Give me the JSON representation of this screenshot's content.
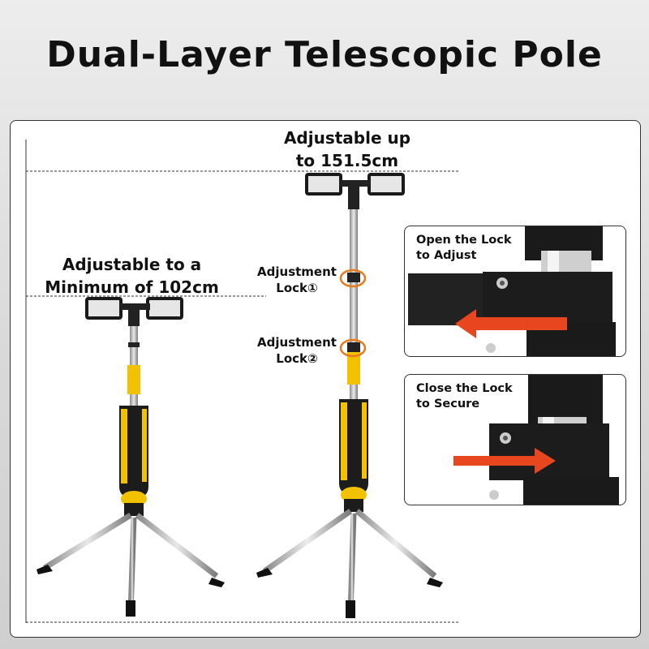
{
  "title": "Dual-Layer Telescopic Pole",
  "max_height": {
    "line1": "Adjustable up",
    "line2": "to 151.5cm"
  },
  "min_height": {
    "line1": "Adjustable to a",
    "line2": "Minimum of 102cm"
  },
  "locks": [
    {
      "line1": "Adjustment",
      "line2": "Lock①"
    },
    {
      "line1": "Adjustment",
      "line2": "Lock②"
    }
  ],
  "insets": {
    "open": {
      "line1": "Open the Lock",
      "line2": "to Adjust"
    },
    "close": {
      "line1": "Close the Lock",
      "line2": "to Secure"
    }
  },
  "colors": {
    "accent_yellow": "#f2c200",
    "lock_ring_orange": "#e87a1e",
    "arrow_red": "#e8461e"
  }
}
